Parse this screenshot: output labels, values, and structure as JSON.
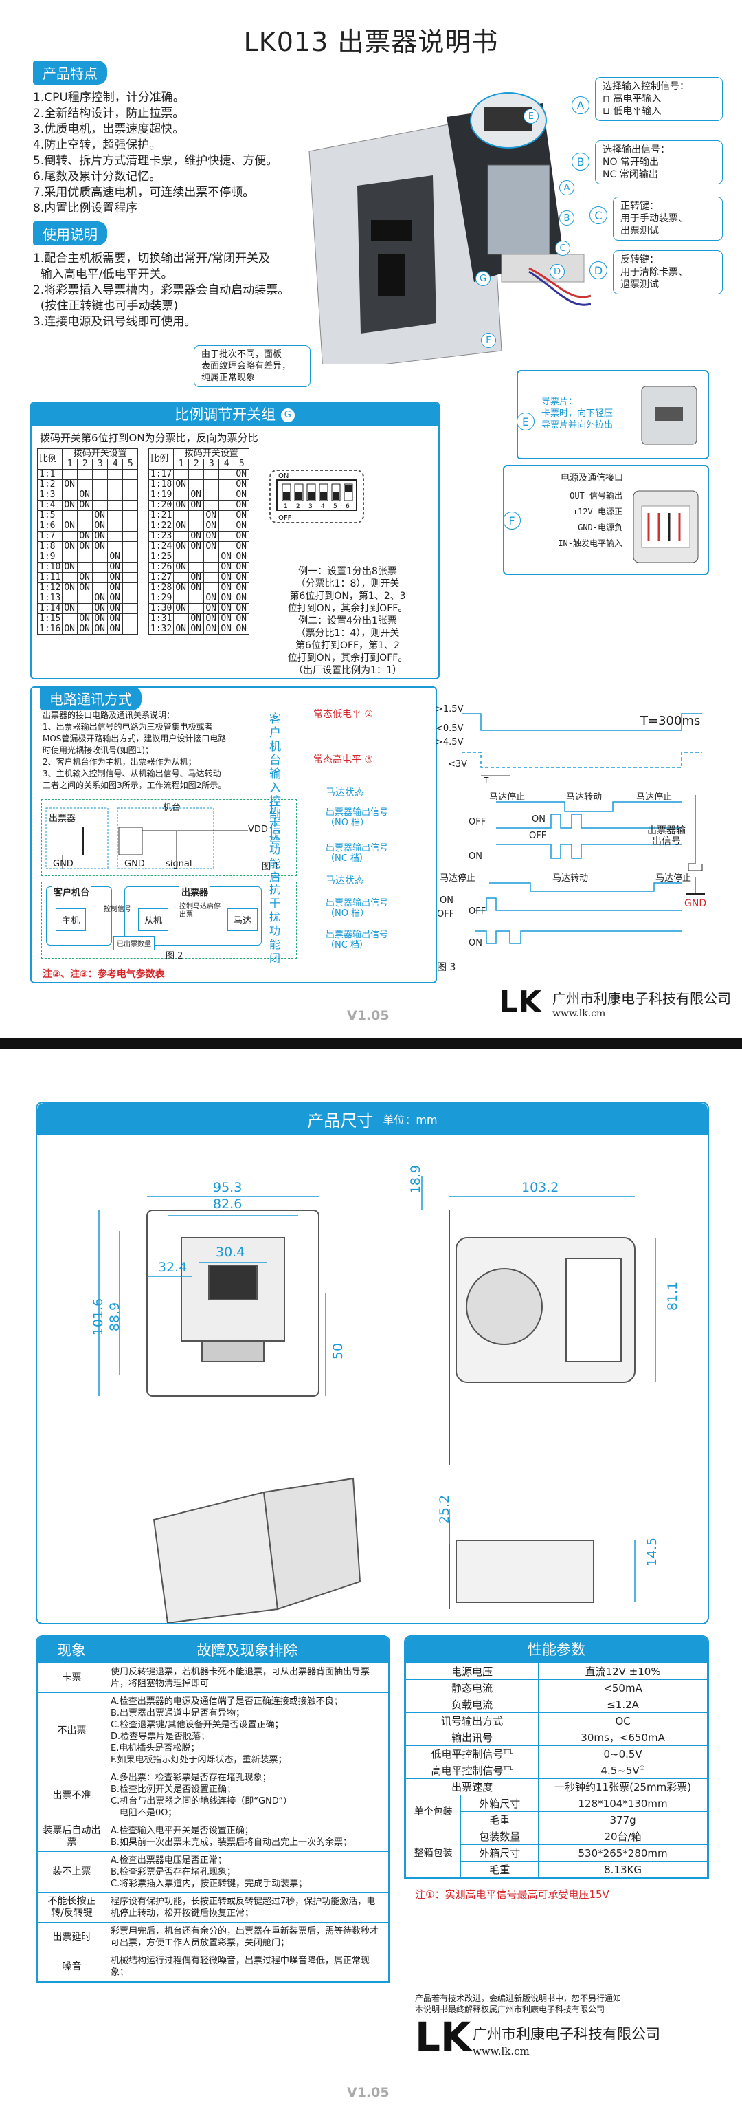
{
  "page1": {
    "title": "LK013 出票器说明书",
    "features_title": "产品特点",
    "features": [
      "1.CPU程序控制，计分准确。",
      "2.全新结构设计，防止拉票。",
      "3.优质电机，出票速度超快。",
      "4.防止空转，超强保护。",
      "5.倒转、拆片方式清理卡票，维护快捷、方便。",
      "6.尾数及累计分数记忆。",
      "7.采用优质高速电机，可连续出票不停顿。",
      "8.内置比例设置程序"
    ],
    "usage_title": "使用说明",
    "usage": [
      "1.配合主机板需要，切换输出常开/常闭开关及",
      "  输入高电平/低电平开关。",
      "2.将彩票插入导票槽内，彩票器会自动启动装票。",
      "  (按住正转键也可手动装票)",
      "3.连接电源及讯号线即可使用。"
    ],
    "callouts": {
      "A": [
        "选择输入控制信号：",
        "⊓ 高电平输入",
        "⊔ 低电平输入"
      ],
      "B": [
        "选择输出信号：",
        "NO 常开输出",
        "NC 常闭输出"
      ],
      "C": [
        "正转键：",
        "用于手动装票、",
        "出票测试"
      ],
      "D": [
        "反转键：",
        "用于清除卡票、",
        "退票测试"
      ],
      "E": [
        "导票片：",
        "卡票时，向下轻压",
        "导票片并向外拉出"
      ],
      "note": [
        "由于批次不同，面板",
        "表面纹理会略有差异，",
        "纯属正常现象"
      ]
    },
    "letters": [
      "A",
      "B",
      "C",
      "D",
      "E",
      "F",
      "G"
    ],
    "power": {
      "title": "电源及通信接口",
      "lines": [
        "OUT-信号输出",
        "+12V-电源正",
        "GND-电源负",
        "IN-触发电平输入"
      ]
    },
    "ratio": {
      "title": "比例调节开关组",
      "subtitle": "拨码开关第6位打到ON为分票比，反向为票分比",
      "col1": "比例",
      "col2": "拨码开关设置",
      "bits": [
        "1",
        "2",
        "3",
        "4",
        "5"
      ],
      "rows": [
        [
          "1:1",
          "",
          "",
          "",
          "",
          ""
        ],
        [
          "1:2",
          "ON",
          "",
          "",
          "",
          ""
        ],
        [
          "1:3",
          "",
          "ON",
          "",
          "",
          ""
        ],
        [
          "1:4",
          "ON",
          "ON",
          "",
          "",
          ""
        ],
        [
          "1:5",
          "",
          "",
          "ON",
          "",
          ""
        ],
        [
          "1:6",
          "ON",
          "",
          "ON",
          "",
          ""
        ],
        [
          "1:7",
          "",
          "ON",
          "ON",
          "",
          ""
        ],
        [
          "1:8",
          "ON",
          "ON",
          "ON",
          "",
          ""
        ],
        [
          "1:9",
          "",
          "",
          "",
          "ON",
          ""
        ],
        [
          "1:10",
          "ON",
          "",
          "",
          "ON",
          ""
        ],
        [
          "1:11",
          "",
          "ON",
          "",
          "ON",
          ""
        ],
        [
          "1:12",
          "ON",
          "ON",
          "",
          "ON",
          ""
        ],
        [
          "1:13",
          "",
          "",
          "ON",
          "ON",
          ""
        ],
        [
          "1:14",
          "ON",
          "",
          "ON",
          "ON",
          ""
        ],
        [
          "1:15",
          "",
          "ON",
          "ON",
          "ON",
          ""
        ],
        [
          "1:16",
          "ON",
          "ON",
          "ON",
          "ON",
          ""
        ]
      ],
      "rows2": [
        [
          "1:17",
          "",
          "",
          "",
          "",
          "ON"
        ],
        [
          "1:18",
          "ON",
          "",
          "",
          "",
          "ON"
        ],
        [
          "1:19",
          "",
          "ON",
          "",
          "",
          "ON"
        ],
        [
          "1:20",
          "ON",
          "ON",
          "",
          "",
          "ON"
        ],
        [
          "1:21",
          "",
          "",
          "ON",
          "",
          "ON"
        ],
        [
          "1:22",
          "ON",
          "",
          "ON",
          "",
          "ON"
        ],
        [
          "1:23",
          "",
          "ON",
          "ON",
          "",
          "ON"
        ],
        [
          "1:24",
          "ON",
          "ON",
          "ON",
          "",
          "ON"
        ],
        [
          "1:25",
          "",
          "",
          "",
          "ON",
          "ON"
        ],
        [
          "1:26",
          "ON",
          "",
          "",
          "ON",
          "ON"
        ],
        [
          "1:27",
          "",
          "ON",
          "",
          "ON",
          "ON"
        ],
        [
          "1:28",
          "ON",
          "ON",
          "",
          "ON",
          "ON"
        ],
        [
          "1:29",
          "",
          "",
          "ON",
          "ON",
          "ON"
        ],
        [
          "1:30",
          "ON",
          "",
          "ON",
          "ON",
          "ON"
        ],
        [
          "1:31",
          "",
          "ON",
          "ON",
          "ON",
          "ON"
        ],
        [
          "1:32",
          "ON",
          "ON",
          "ON",
          "ON",
          "ON"
        ]
      ],
      "dip_on": "ON",
      "dip_off": "OFF",
      "dip_nums": [
        "1",
        "2",
        "3",
        "4",
        "5",
        "6"
      ],
      "example": [
        "例一：设置1分出8张票",
        "（分票比1：8），则开关",
        "第6位打到ON，第1、2、3",
        "位打到ON，其余打到OFF。",
        "例二：设置4分出1张票",
        "（票分比1：4），则开关",
        "第6位打到OFF，第1、2",
        "位打到ON，其余打到OFF。",
        "（出厂设置比例为1：1）"
      ]
    },
    "comm": {
      "title": "电路通讯方式",
      "text": [
        "出票器的接口电路及通讯关系说明：",
        "1、出票器输出信号的电路为三极管集电极或者",
        "MOS管漏极开路输出方式，建议用户设计接口电路",
        "时使用光耦接收讯号(如图1)；",
        "2、客户机台作为主机，出票器作为从机；",
        "3、主机输入控制信号、从机输出信号、马达转动",
        "三者之间的关系如图3所示，工作流程如图2所示。"
      ],
      "fig1": {
        "ticket": "出票器",
        "machine": "机台",
        "vdd": "VDD",
        "gnd1": "GND",
        "gnd2": "GND",
        "signal": "signal",
        "label": "图 1"
      },
      "fig2": {
        "client": "客户机台",
        "host": "主机",
        "ctrl": "控制信号",
        "ticket": "出票器",
        "slave": "从机",
        "motor_ctrl": "控制马达启停出票",
        "motor": "马达",
        "count": "已出票数量",
        "label": "图 2"
      },
      "note": "注②、注③：参考电气参数表"
    },
    "timing": {
      "in_label": "客户机台输入控制信号",
      "low": "常态低电平",
      "high": "常态高电平",
      "mark2": "②",
      "mark3": "③",
      "v1": ">1.5V",
      "v2": "<0.5V",
      "v3": ">4.5V",
      "v4": "<3V",
      "T": "T",
      "Tval": "T=300ms",
      "anti_on": "抗干扰功能启",
      "anti_off": "抗干扰功能闭",
      "motor": "马达状态",
      "out_no": "出票器输出信号",
      "no": "（NO 档）",
      "nc": "（NC 档）",
      "stop": "马达停止",
      "run": "马达转动",
      "on": "ON",
      "off": "OFF",
      "out_label": "出票器输出信号",
      "gnd": "GND",
      "label": "图 3"
    },
    "company": "广州市利康电子科技有限公司",
    "website": "www.lk.cm",
    "logo": "LK",
    "version": "V1.05"
  },
  "page2": {
    "title": "产品尺寸",
    "unit": "单位：mm",
    "dims": {
      "w1": "95.3",
      "w2": "82.6",
      "w3": "30.4",
      "w4": "32.4",
      "h1": "101.6",
      "h2": "88.9",
      "h3": "50",
      "d1": "18.9",
      "d2": "103.2",
      "d3": "81.1",
      "d4": "25.2",
      "d5": "14.5"
    },
    "trouble": {
      "head1": "现象",
      "head2": "故障及现象排除",
      "rows": [
        [
          "卡票",
          "使用反转键退票，若机器卡死不能退票，可从出票器背面抽出导票片，将阻塞物清理掉即可"
        ],
        [
          "不出票",
          "A.检查出票器的电源及通信端子是否正确连接或接触不良；\nB.出票器出票通道中是否有异物；\nC.检查退票键/其他设备开关是否设置正确；\nD.检查导票片是否脱落；\nE.电机插头是否松脱；\nF.如果电板指示灯处于闪烁状态，重新装票；"
        ],
        [
          "出票不准",
          "A.多出票：检查彩票是否存在堵孔现象；\nB.检查比例开关是否设置正确；\nC.机台与出票器之间的地线连接（即“GND”）\n　电阻不是0Ω；"
        ],
        [
          "装票后自动出票",
          "A.检查输入电平开关是否设置正确；\nB.如果前一次出票未完成，装票后将自动出完上一次的余票；"
        ],
        [
          "装不上票",
          "A.检查出票器电压是否正常；\nB.检查彩票是否存在堵孔现象；\nC.将彩票插入票道内，按正转键，完成手动装票；"
        ],
        [
          "不能长按正转/反转键",
          "程序设有保护功能，长按正转或反转键超过7秒，保护功能激活，电机停止转动，松开按键后恢复正常；"
        ],
        [
          "出票延时",
          "彩票用完后，机台还有余分的，出票器在重新装票后，需等待数秒才可出票，方便工作人员放置彩票，关闭舱门；"
        ],
        [
          "噪音",
          "机械结构运行过程偶有轻微噪音，出票过程中噪音降低，属正常现象；"
        ]
      ]
    },
    "spec": {
      "title": "性能参数",
      "rows": [
        [
          "电源电压",
          "直流12V ±10%"
        ],
        [
          "静态电流",
          "<50mA"
        ],
        [
          "负载电流",
          "≤1.2A"
        ],
        [
          "讯号输出方式",
          "OC"
        ],
        [
          "输出讯号",
          "30ms，<650mA"
        ],
        [
          "低电平控制信号",
          "0~0.5V"
        ],
        [
          "高电平控制信号",
          "4.5~5V"
        ],
        [
          "出票速度",
          "一秒钟约11张票(25mm彩票)"
        ]
      ],
      "single": "单个包装",
      "bulk": "整箱包装",
      "pack1": [
        [
          "外箱尺寸",
          "128*104*130mm"
        ],
        [
          "毛重",
          "377g"
        ]
      ],
      "pack2": [
        [
          "包装数量",
          "20台/箱"
        ],
        [
          "外箱尺寸",
          "530*265*280mm"
        ],
        [
          "毛重",
          "8.13KG"
        ]
      ],
      "tm": "TTL",
      "note": "注①：实测高电平信号最高可承受电压15V"
    },
    "notice": [
      "产品若有技术改进，会编进新版说明书中，恕不另行通知",
      "本说明书最终解释权属广州市利康电子科技有限公司"
    ],
    "company": "广州市利康电子科技有限公司",
    "website": "www.lk.cm",
    "logo": "LK",
    "version": "V1.05"
  }
}
